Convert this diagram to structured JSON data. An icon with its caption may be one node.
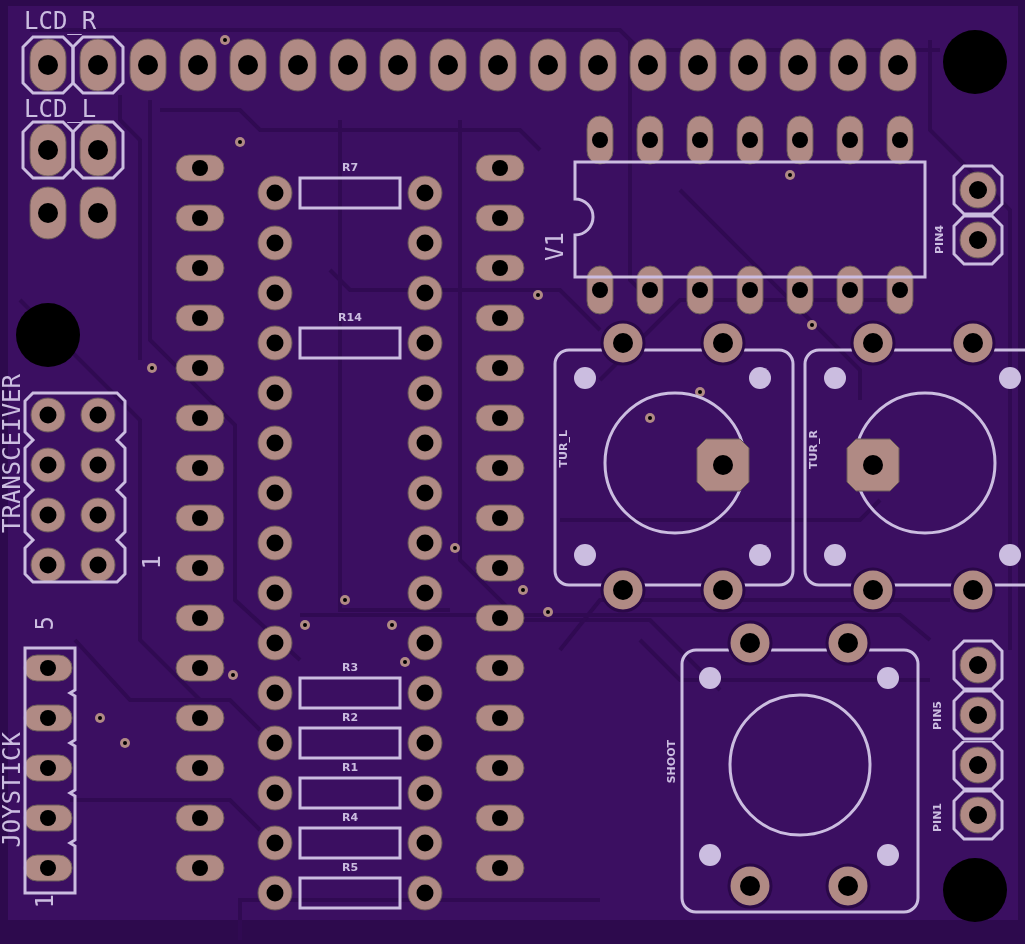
{
  "diagram": {
    "nodes": [
      {
        "text": [
          "LCD_R"
        ]
      },
      {
        "text": [
          "LCD_L"
        ]
      },
      {
        "text": [
          "R7"
        ]
      },
      {
        "text": [
          "V1"
        ]
      },
      {
        "text": [
          "PIN4"
        ]
      },
      {
        "text": [
          "R14"
        ]
      },
      {
        "text": [
          "TRANSCEIVER"
        ],
        "beside": [
          "1"
        ]
      },
      {
        "text": [
          "TUR_L"
        ]
      },
      {
        "text": [
          "TUR_R"
        ]
      },
      {
        "text": [
          "JOYSTICK"
        ],
        "beside": [
          "5",
          "1"
        ]
      },
      {
        "text": [
          "R3"
        ]
      },
      {
        "text": [
          "PIN5"
        ]
      },
      {
        "text": [
          "SHOOT"
        ]
      },
      {
        "text": [
          "R2"
        ]
      },
      {
        "text": [
          "R1"
        ]
      },
      {
        "text": [
          "PIN1"
        ]
      },
      {
        "text": [
          "R4"
        ]
      },
      {
        "text": [
          "R5"
        ]
      }
    ]
  }
}
